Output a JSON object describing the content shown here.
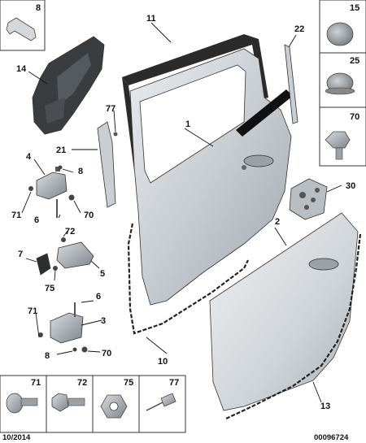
{
  "footer": {
    "date": "10/2014",
    "ref": "00096724"
  },
  "parts": [
    {
      "id": "p1",
      "label": "1",
      "name": "door-shell"
    },
    {
      "id": "p2",
      "label": "2",
      "name": "outer-door-skin"
    },
    {
      "id": "p3",
      "label": "3",
      "name": "lower-hinge"
    },
    {
      "id": "p4",
      "label": "4",
      "name": "upper-hinge"
    },
    {
      "id": "p5",
      "label": "5",
      "name": "door-check-strap"
    },
    {
      "id": "p6a",
      "label": "6",
      "name": "hinge-pin-upper"
    },
    {
      "id": "p6b",
      "label": "6",
      "name": "hinge-pin-lower"
    },
    {
      "id": "p7",
      "label": "7",
      "name": "check-strap-grommet"
    },
    {
      "id": "p8a",
      "label": "8",
      "name": "hinge-clip-upper"
    },
    {
      "id": "p8b",
      "label": "8",
      "name": "hinge-clip-lower"
    },
    {
      "id": "p10",
      "label": "10",
      "name": "door-seal-inner"
    },
    {
      "id": "p11",
      "label": "11",
      "name": "window-frame-seal"
    },
    {
      "id": "p13",
      "label": "13",
      "name": "door-seal-lower"
    },
    {
      "id": "p14",
      "label": "14",
      "name": "inner-panel-module"
    },
    {
      "id": "p21",
      "label": "21",
      "name": "pillar-trim"
    },
    {
      "id": "p22",
      "label": "22",
      "name": "frame-moulding"
    },
    {
      "id": "p30",
      "label": "30",
      "name": "lock-module"
    },
    {
      "id": "p70a",
      "label": "70",
      "name": "nut-upper"
    },
    {
      "id": "p70b",
      "label": "70",
      "name": "nut-lower"
    },
    {
      "id": "p71a",
      "label": "71",
      "name": "bolt-upper"
    },
    {
      "id": "p71b",
      "label": "71",
      "name": "bolt-lower"
    },
    {
      "id": "p72",
      "label": "72",
      "name": "check-strap-bolt"
    },
    {
      "id": "p75",
      "label": "75",
      "name": "check-strap-nut"
    },
    {
      "id": "p77",
      "label": "77",
      "name": "trim-rivet"
    }
  ],
  "boxes": [
    {
      "id": "b8",
      "label": "8",
      "name": "clip"
    },
    {
      "id": "b15",
      "label": "15",
      "name": "flat-plug"
    },
    {
      "id": "b25",
      "label": "25",
      "name": "domed-plug"
    },
    {
      "id": "b70",
      "label": "70",
      "name": "flange-nut"
    },
    {
      "id": "b71",
      "label": "71",
      "name": "flange-bolt"
    },
    {
      "id": "b72",
      "label": "72",
      "name": "hex-bolt"
    },
    {
      "id": "b75",
      "label": "75",
      "name": "hex-nut"
    },
    {
      "id": "b77",
      "label": "77",
      "name": "blind-rivet"
    }
  ]
}
